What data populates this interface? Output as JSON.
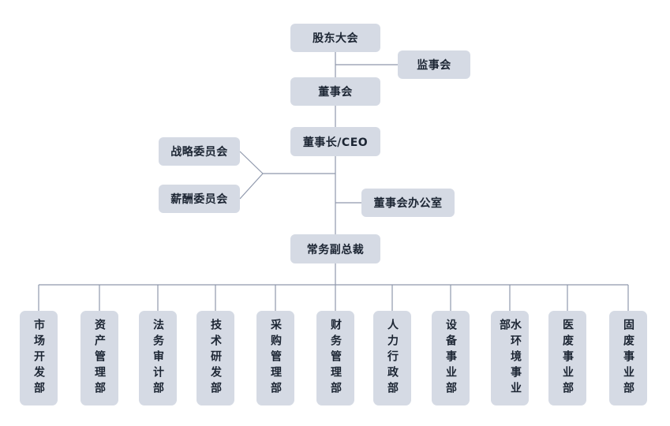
{
  "org_chart": {
    "shareholders": "股东大会",
    "supervisory_board": "监事会",
    "board": "董事会",
    "chairman_ceo": "董事长/CEO",
    "strategy_committee": "战略委员会",
    "compensation_committee": "薪酬委员会",
    "board_office": "董事会办公室",
    "executive_vp": "常务副总裁",
    "departments": [
      "市场开发部",
      "资产管理部",
      "法务审计部",
      "技术研发部",
      "采购管理部",
      "财务管理部",
      "人力行政部",
      "设备事业部",
      "水环境事业部",
      "医废事业部",
      "固废事业部"
    ]
  },
  "colors": {
    "box_fill": "#d5dae4",
    "connector": "#8f98ac",
    "text": "#1c2533"
  }
}
